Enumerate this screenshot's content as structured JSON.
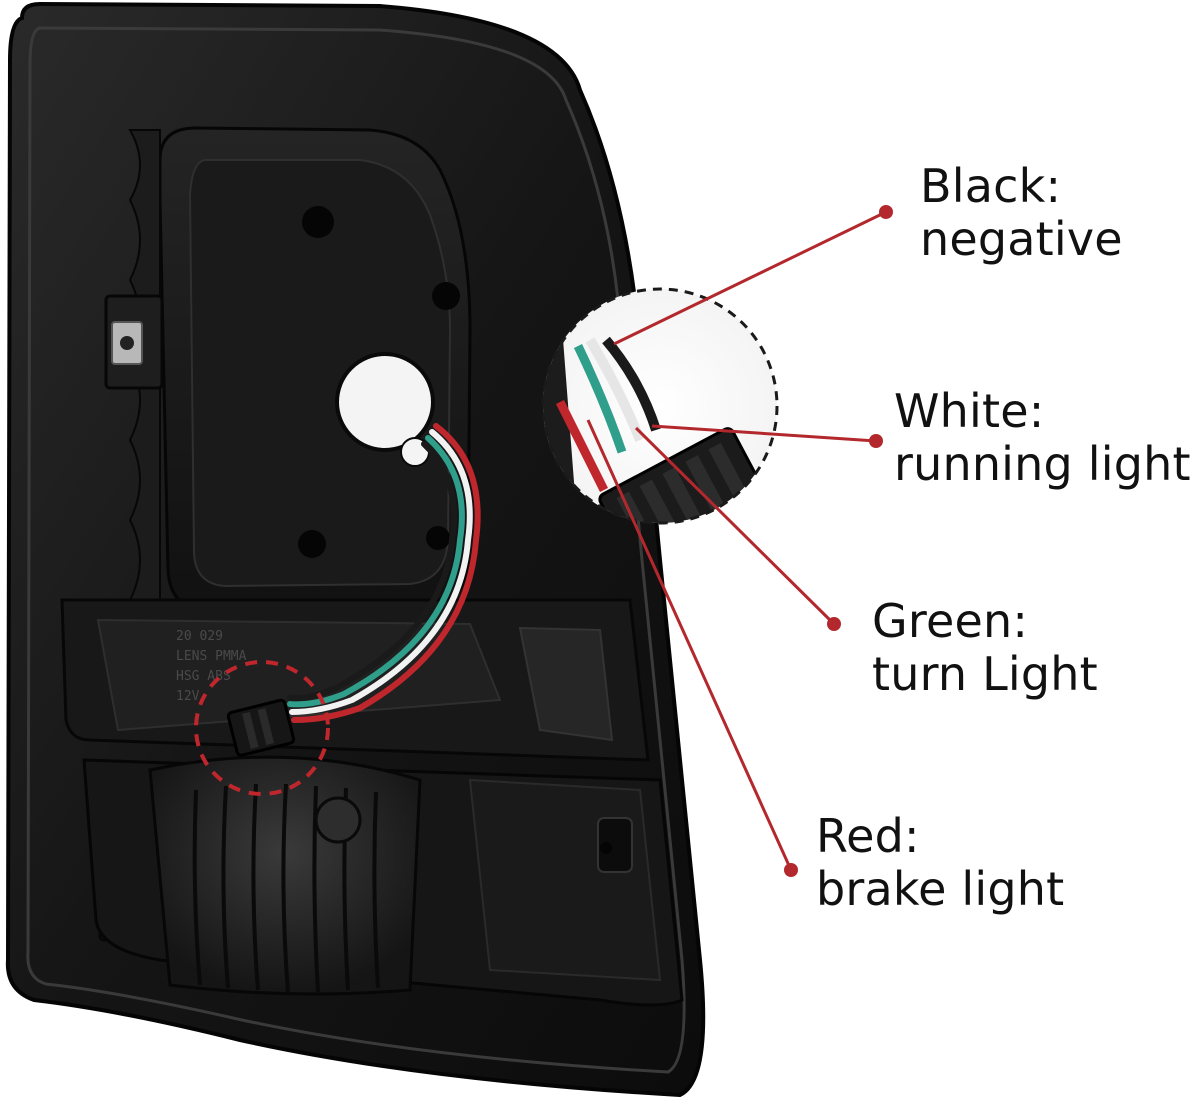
{
  "labels": [
    {
      "color_name": "Black",
      "separator": ":",
      "function": "negative",
      "wire_color": "#1a1a1a"
    },
    {
      "color_name": "White",
      "separator": ":",
      "function": "running light",
      "wire_color": "#f2f2f2"
    },
    {
      "color_name": "Green",
      "separator": ":",
      "function": "turn Light",
      "wire_color": "#2f9e8a"
    },
    {
      "color_name": "Red",
      "separator": ":",
      "function": "brake light",
      "wire_color": "#c0272d"
    }
  ],
  "lens_markings": [
    "20 029",
    "LENS PMMA",
    "HSG ABS",
    "12V"
  ],
  "colors": {
    "leader_line": "#b3282d",
    "callout_dash": "#c0272d",
    "housing": "#141414",
    "background": "#ffffff"
  }
}
